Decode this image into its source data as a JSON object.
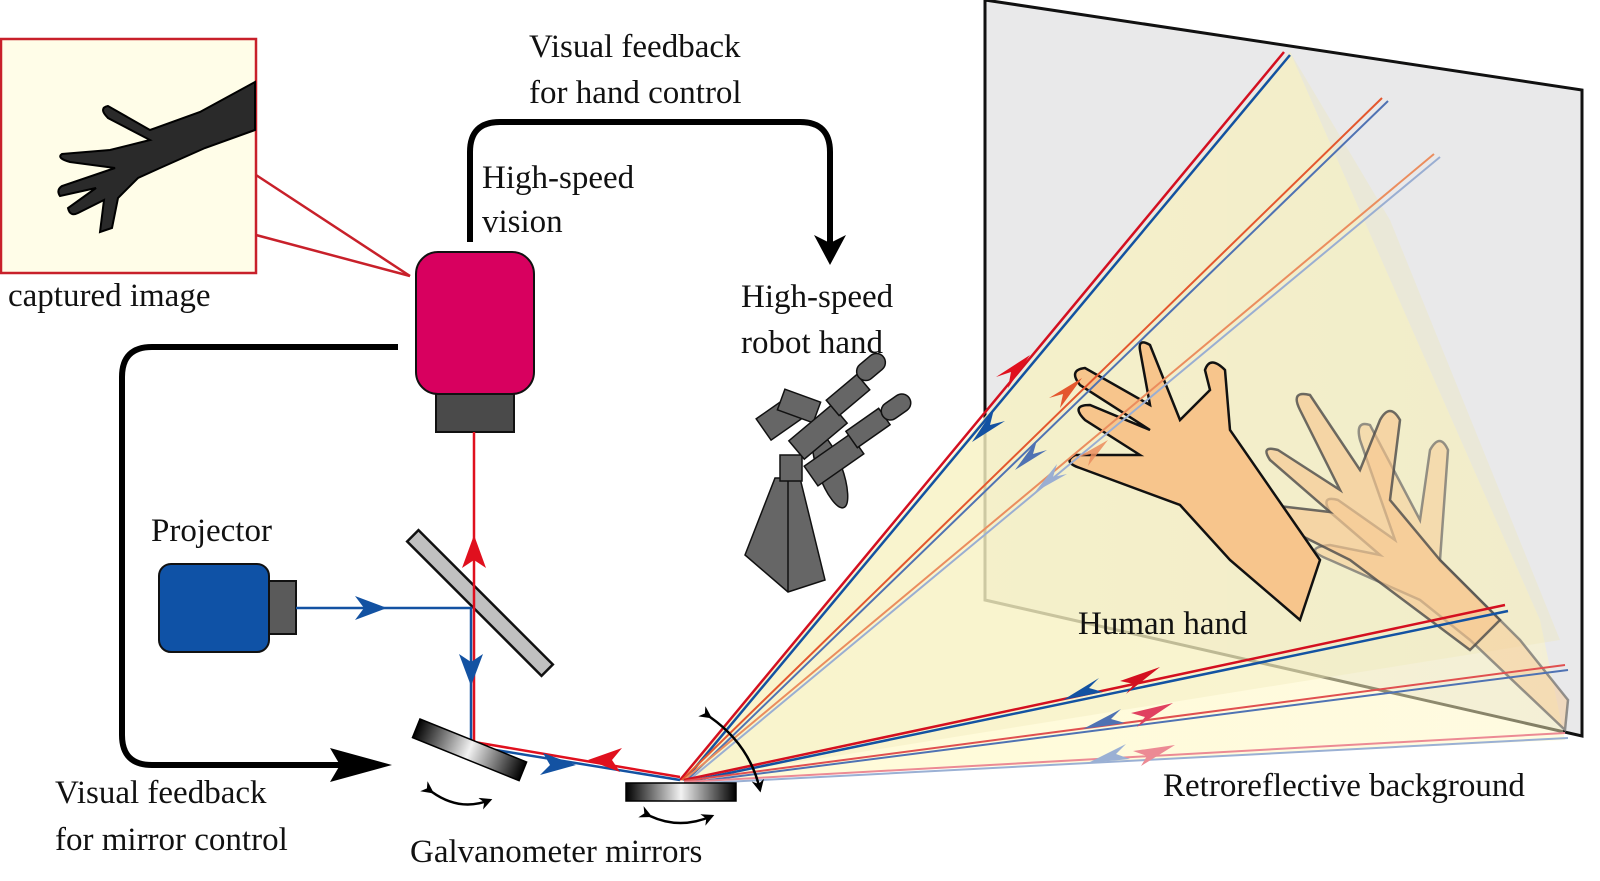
{
  "labels": {
    "captured_image": "captured image",
    "visual_feedback_hand_line1": "Visual feedback",
    "visual_feedback_hand_line2": "for hand control",
    "high_speed_vision_line1": "High-speed",
    "high_speed_vision_line2": "vision",
    "robot_hand_line1": "High-speed",
    "robot_hand_line2": "robot hand",
    "projector": "Projector",
    "human_hand": "Human hand",
    "visual_feedback_mirror_line1": "Visual feedback",
    "visual_feedback_mirror_line2": "for mirror control",
    "galvanometer_mirrors": "Galvanometer mirrors",
    "retroreflective_background": "Retroreflective background"
  },
  "colors": {
    "camera_body": "#d8005f",
    "camera_lens": "#4a4a4a",
    "projector_body": "#0f52a6",
    "projector_lens": "#5a5a5a",
    "beam_red": "#e0101e",
    "beam_blue": "#1352a2",
    "beam_orange": "#e4572e",
    "capture_box_bg": "#fffde8",
    "capture_box_border": "#c8202a",
    "light_cone": "#fffbd0",
    "screen": "#e9e9ea",
    "robot_gray": "#666666",
    "skin": "#f7c58c"
  }
}
